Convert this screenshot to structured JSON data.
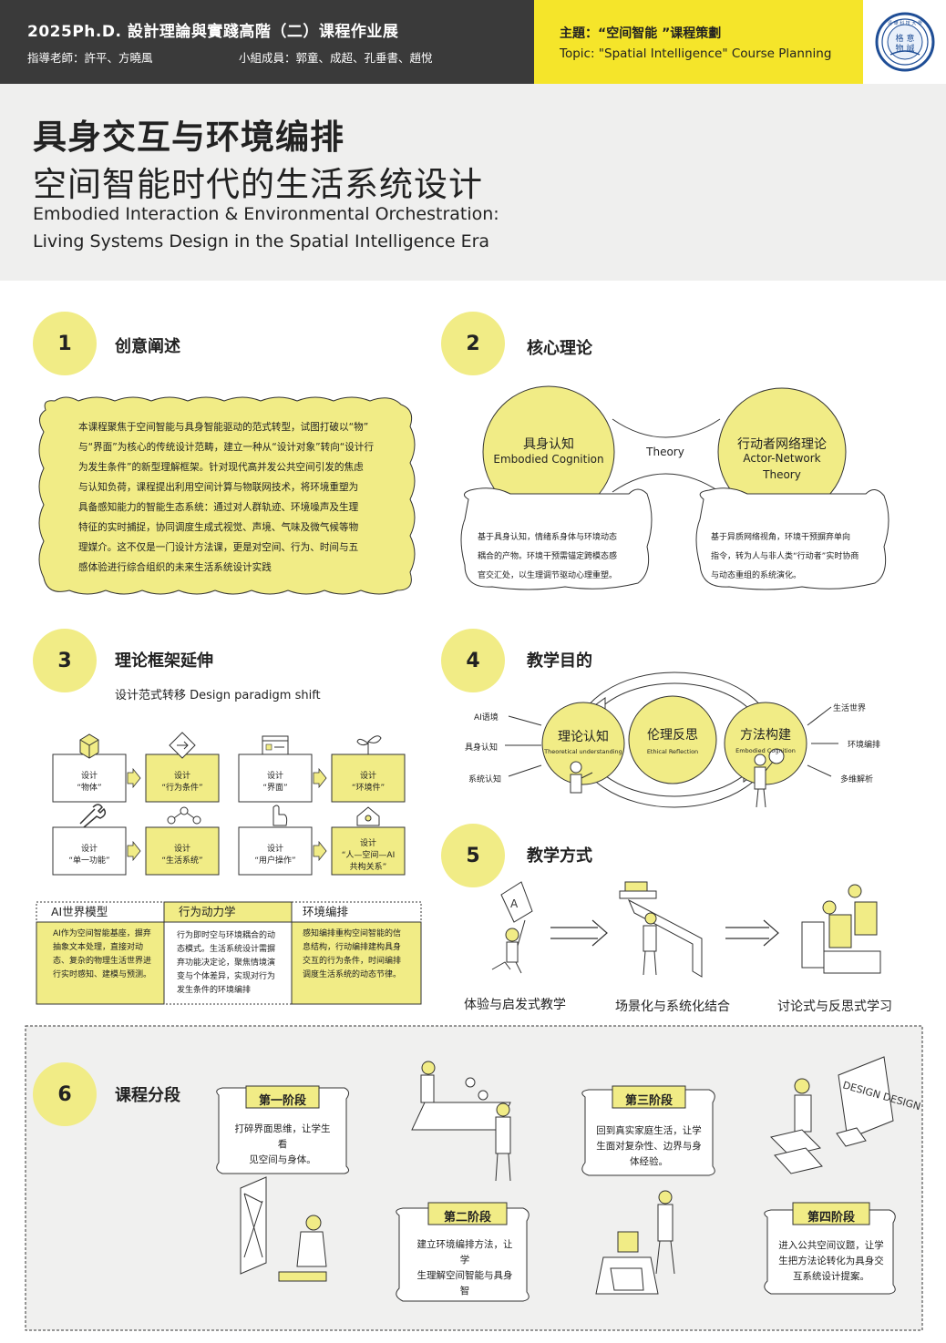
{
  "header": {
    "course": "2025Ph.D. 設計理論與實踐高階（二）课程作业展",
    "teachers": "指導老師：許平、方曉風",
    "members": "小組成員：郭童、成超、孔垂書、趙悅",
    "topic_cn": "主題：“空间智能 ”课程策劃",
    "topic_en": "Topic: \"Spatial Intelligence\" Course Planning",
    "logo_text": [
      "格",
      "意",
      "物",
      "誠"
    ]
  },
  "title": {
    "cn_line1": "具身交互与环境编排",
    "cn_line2": "空间智能时代的生活系统设计",
    "en_line1": "Embodied Interaction & Environmental Orchestration:",
    "en_line2": "Living Systems Design in the Spatial Intelligence Era"
  },
  "s1": {
    "num": "1",
    "title": "创意阐述",
    "lines": [
      "本课程聚焦于空间智能与具身智能驱动的范式转型，试图打破以“物”",
      "与“界面”为核心的传统设计范畴，建立一种从“设计对象”转向“设计行",
      "为发生条件”的新型理解框架。针对现代高并发公共空间引发的焦虑",
      "与认知负荷，课程提出利用空间计算与物联网技术，将环境重塑为",
      "具备感知能力的智能生态系统：通过对人群轨迹、环境噪声及生理",
      "特征的实时捕捉，协同调度生成式视觉、声境、气味及微气候等物",
      "理媒介。这不仅是一门设计方法课，更是对空间、行为、时间与五",
      "感体验进行综合组织的未来生活系统设计实践"
    ]
  },
  "s2": {
    "num": "2",
    "title": "核心理论",
    "c1_cn": "具身认知",
    "c1_en": "Embodied Cognition",
    "c2_cn": "行动者网络理论",
    "c2_en1": "Actor-Network",
    "c2_en2": "Theory",
    "link": "Theory",
    "note1": [
      "基于具身认知，情绪系身体与环境动态",
      "耦合的产物。环境干预需锚定跨模态感",
      "官交汇处，以生理调节驱动心理重塑。"
    ],
    "note2": [
      "基于异质网络视角，环境干预摒弃单向",
      "指令，转为人与非人类“行动者”实时协商",
      "与动态重组的系统演化。"
    ]
  },
  "s3": {
    "num": "3",
    "title": "理论框架延伸",
    "subtitle": "设计范式转移  Design paradigm shift",
    "row1": [
      {
        "top": "设计",
        "bottom": "“物体”"
      },
      {
        "top": "设计",
        "bottom": "“行为条件”"
      },
      {
        "top": "设计",
        "bottom": "“界面”"
      },
      {
        "top": "设计",
        "bottom": "“环境件”"
      }
    ],
    "row2": [
      {
        "top": "设计",
        "bottom": "“单一功能”"
      },
      {
        "top": "设计",
        "bottom": "“生活系统”"
      },
      {
        "top": "设计",
        "bottom": "“用户操作”"
      },
      {
        "top": "设计",
        "bottom": "“人—空间—AI",
        "bottom2": "共构关系”"
      }
    ],
    "cols": [
      {
        "title": "AI世界模型",
        "lines": [
          "AI作为空间智能基座，摒弃",
          "抽象文本处理，直接对动",
          "态、复杂的物理生活世界进",
          "行实时感知、建模与预测。"
        ]
      },
      {
        "title": "行为动力学",
        "lines": [
          "行为即时空与环境耦合的动",
          "态模式。生活系统设计需摒",
          "弃功能决定论，聚焦情境演",
          "变与个体差异，实现对行为",
          "发生条件的环境编排"
        ]
      },
      {
        "title": "环境编排",
        "lines": [
          "感知编排重构空间智能的信",
          "息结构，行动编排建构具身",
          "交互的行为条件，时间编排",
          "调度生活系统的动态节律。"
        ]
      }
    ]
  },
  "s4": {
    "num": "4",
    "title": "教学目的",
    "c1_cn": "理论认知",
    "c1_en": "Theoretical understanding",
    "c2_cn": "伦理反思",
    "c2_en": "Ethical Reflection",
    "c3_cn": "方法构建",
    "c3_en": "Embodied Cognition",
    "left": [
      "AI语境",
      "具身认知",
      "系统认知"
    ],
    "right": [
      "生活世界",
      "环境编排",
      "多维解析"
    ]
  },
  "s5": {
    "num": "5",
    "title": "教学方式",
    "labels": [
      "体验与启发式教学",
      "场景化与系统化结合",
      "讨论式与反思式学习"
    ]
  },
  "s6": {
    "num": "6",
    "title": "课程分段",
    "stages": [
      {
        "name": "第一阶段",
        "lines": [
          "打碎界面思维，让学生",
          "看",
          "见空间与身体。"
        ]
      },
      {
        "name": "第二阶段",
        "lines": [
          "建立环境编排方法，让",
          "学",
          "生理解空间智能与具身",
          "智"
        ]
      },
      {
        "name": "第三阶段",
        "lines": [
          "回到真实家庭生活，让学",
          "生面对复杂性、边界与身",
          "体经验。"
        ]
      },
      {
        "name": "第四阶段",
        "lines": [
          "进入公共空间议题，让学",
          "生把方法论转化为具身交",
          "互系统设计提案。"
        ]
      }
    ],
    "sign": "DESIGN DESIGN"
  },
  "colors": {
    "accent": "#f1ec86",
    "bright": "#f5e52a",
    "dark": "#3a3a3a"
  }
}
